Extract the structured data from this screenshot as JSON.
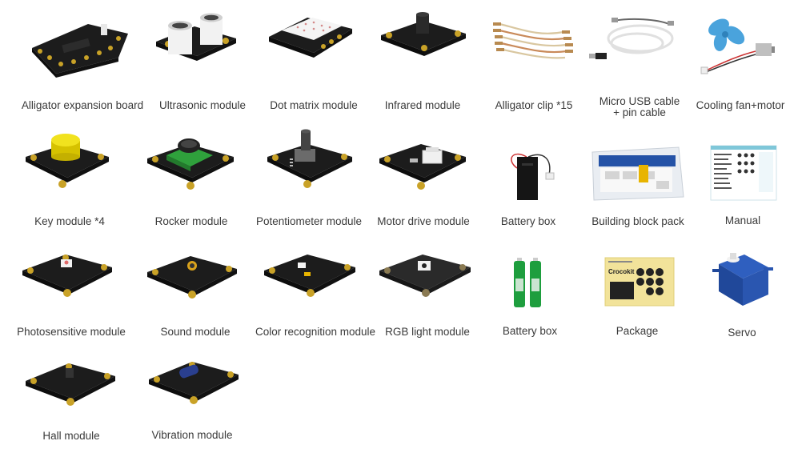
{
  "items": [
    {
      "label": "Alligator expansion board",
      "icon": "alligator-expansion-board-icon"
    },
    {
      "label": "Ultrasonic module",
      "icon": "ultrasonic-module-icon"
    },
    {
      "label": "Dot matrix module",
      "icon": "dot-matrix-module-icon"
    },
    {
      "label": "Infrared module",
      "icon": "infrared-module-icon"
    },
    {
      "label": "Alligator clip *15",
      "icon": "alligator-clip-icon"
    },
    {
      "label": "Micro USB cable + pin cable",
      "label_line1": "Micro USB cable",
      "label_line2": "+ pin cable",
      "icon": "usb-cable-icon"
    },
    {
      "label": "Cooling fan+motor",
      "icon": "fan-motor-icon"
    },
    {
      "label": "Key module *4",
      "icon": "key-module-icon"
    },
    {
      "label": "Rocker module",
      "icon": "rocker-module-icon"
    },
    {
      "label": "Potentiometer module",
      "icon": "potentiometer-module-icon"
    },
    {
      "label": "Motor drive module",
      "icon": "motor-drive-module-icon"
    },
    {
      "label": "Battery box",
      "icon": "battery-box-icon"
    },
    {
      "label": "Building block pack",
      "icon": "building-block-pack-icon"
    },
    {
      "label": "Manual",
      "icon": "manual-icon"
    },
    {
      "label": "Photosensitive module",
      "icon": "photosensitive-module-icon"
    },
    {
      "label": "Sound module",
      "icon": "sound-module-icon"
    },
    {
      "label": "Color recognition module",
      "icon": "color-recognition-module-icon"
    },
    {
      "label": "RGB light module",
      "icon": "rgb-light-module-icon"
    },
    {
      "label": "Battery box",
      "icon": "batteries-icon"
    },
    {
      "label": "Package",
      "icon": "package-icon",
      "package_text": "Crocokit"
    },
    {
      "label": "Servo",
      "icon": "servo-icon"
    },
    {
      "label": "Hall module",
      "icon": "hall-module-icon"
    },
    {
      "label": "Vibration module",
      "icon": "vibration-module-icon"
    }
  ],
  "colors": {
    "board": "#1c1c1c",
    "gold": "#c9a227",
    "text": "#3a3a3a"
  }
}
